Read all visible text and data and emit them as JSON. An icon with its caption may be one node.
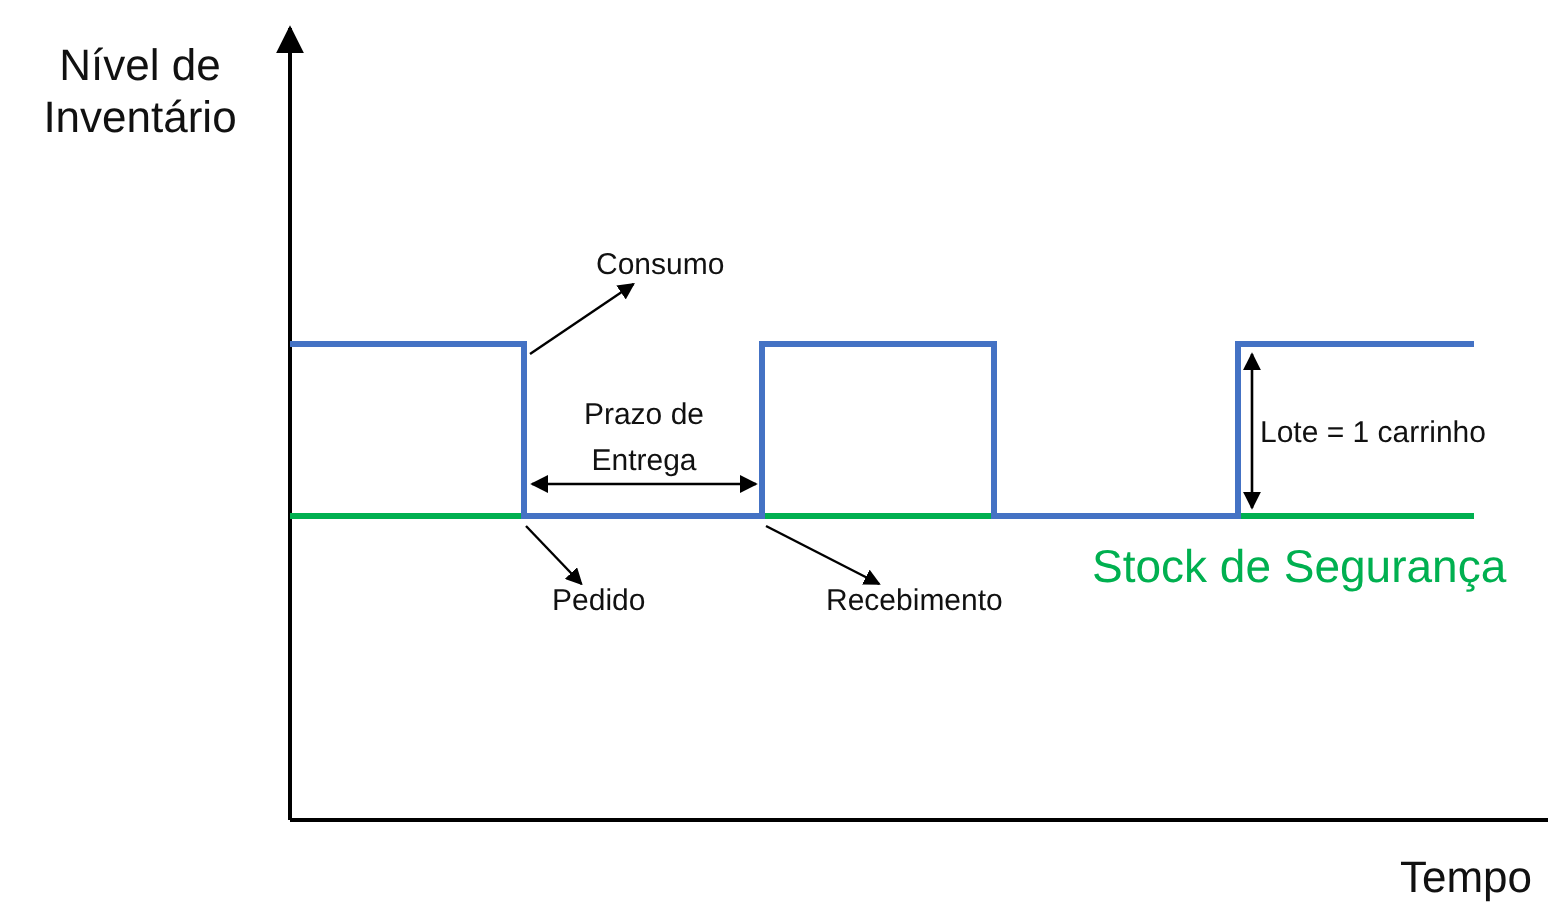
{
  "diagram": {
    "nodes": [
      {
        "text": [
          "Consumo"
        ]
      },
      {
        "text": [
          "Pedido"
        ]
      },
      {
        "text": [
          "Recebimento"
        ]
      }
    ],
    "edges": [
      {
        "from": null,
        "to": 0,
        "arrow": "to"
      },
      {
        "from": null,
        "to": 1,
        "arrow": "to"
      },
      {
        "from": null,
        "to": 2,
        "arrow": "to"
      }
    ],
    "labels": [
      "Nível de Inventário",
      "Prazo de Entrega",
      "Lote = 1 carrinho",
      "Stock de Segurança",
      "Tempo"
    ]
  }
}
